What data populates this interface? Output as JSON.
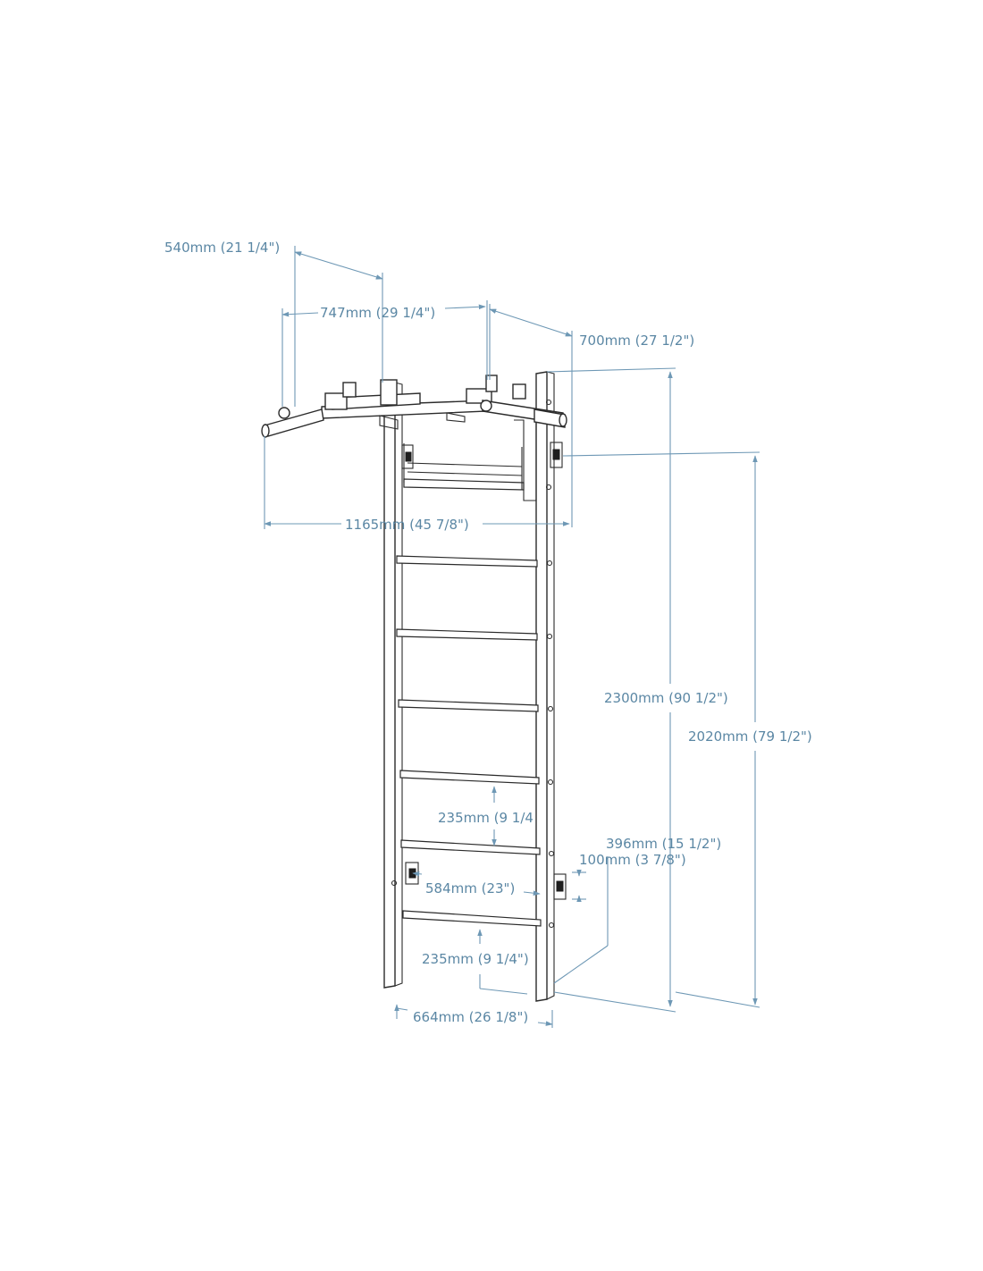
{
  "colors": {
    "dimension": "#6e98b5",
    "dimension_text": "#5b87a4",
    "frame": "#2b2b2b",
    "background": "#ffffff"
  },
  "dimensions": {
    "bar_depth": "540mm (21 1/4\")",
    "bar_inner_width": "747mm (29 1/4\")",
    "bar_projection": "700mm (27 1/2\")",
    "bar_total_width": "1165mm (45 7/8\")",
    "total_height": "2300mm (90 1/2\")",
    "bracket_height": "2020mm (79 1/2\")",
    "rung_spacing_upper": "235mm (9 1/4",
    "bracket_bottom_offset": "396mm (15 1/2\")",
    "bracket_size": "100mm (3 7/8\")",
    "bracket_spacing": "584mm (23\")",
    "rung_spacing_lower": "235mm (9 1/4\")",
    "ladder_width": "664mm (26 1/8\")"
  }
}
